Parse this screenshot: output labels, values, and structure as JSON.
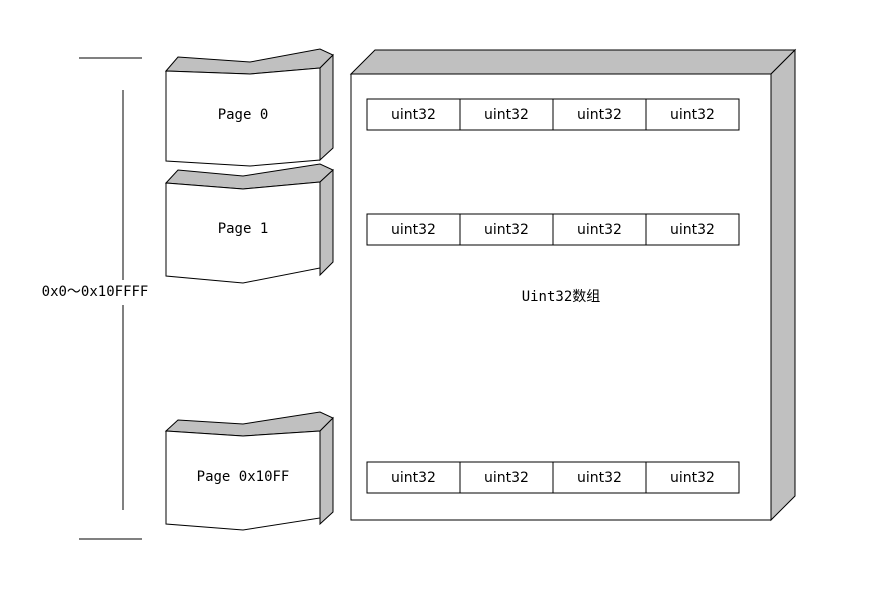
{
  "address_range": {
    "label": "0x0～0x10FFFF"
  },
  "pages": [
    {
      "label": "Page 0"
    },
    {
      "label": "Page 1"
    },
    {
      "label": "Page 0x10FF"
    }
  ],
  "array_container": {
    "label": "Uint32数组"
  },
  "array_rows": [
    {
      "cells": [
        "uint32",
        "uint32",
        "uint32",
        "uint32"
      ]
    },
    {
      "cells": [
        "uint32",
        "uint32",
        "uint32",
        "uint32"
      ]
    },
    {
      "cells": [
        "uint32",
        "uint32",
        "uint32",
        "uint32"
      ]
    }
  ]
}
